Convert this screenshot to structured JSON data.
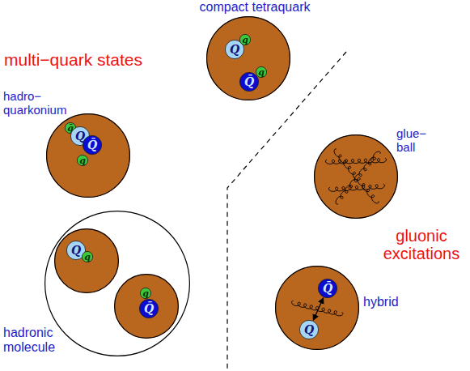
{
  "diagram": {
    "nodes": [
      {
        "text": [
          "compact tetraquark"
        ]
      },
      {
        "text": [
          "Q"
        ],
        "in": 0
      },
      {
        "text": [
          "q"
        ],
        "in": 0
      },
      {
        "text": [
          "Q̄"
        ],
        "in": 0
      },
      {
        "text": [
          "q"
        ],
        "in": 0
      },
      {
        "text": [
          "hadro− quarkonium"
        ]
      },
      {
        "text": [
          "q̄"
        ],
        "in": 5
      },
      {
        "text": [
          "Q"
        ],
        "in": 5
      },
      {
        "text": [
          "Q̄"
        ],
        "in": 5
      },
      {
        "text": [
          "q"
        ],
        "in": 5
      },
      {
        "text": [
          "glue− ball"
        ]
      },
      {
        "text": [
          "hadronic molecule"
        ]
      },
      {
        "text": [],
        "in": 11
      },
      {
        "text": [
          "Q"
        ],
        "in": 12
      },
      {
        "text": [
          "q"
        ],
        "in": 12
      },
      {
        "text": [],
        "in": 11
      },
      {
        "text": [
          "q"
        ],
        "in": 15
      },
      {
        "text": [
          "Q̄"
        ],
        "in": 15
      },
      {
        "text": [
          "hybrid"
        ]
      },
      {
        "text": [
          "Q̄"
        ],
        "in": 18
      },
      {
        "text": [
          "Q"
        ],
        "in": 18
      }
    ],
    "edges": [
      {
        "from": 20,
        "to": 19,
        "arrow": "both"
      }
    ],
    "labels": [
      "multi−quark states",
      "gluonic excitations"
    ]
  }
}
